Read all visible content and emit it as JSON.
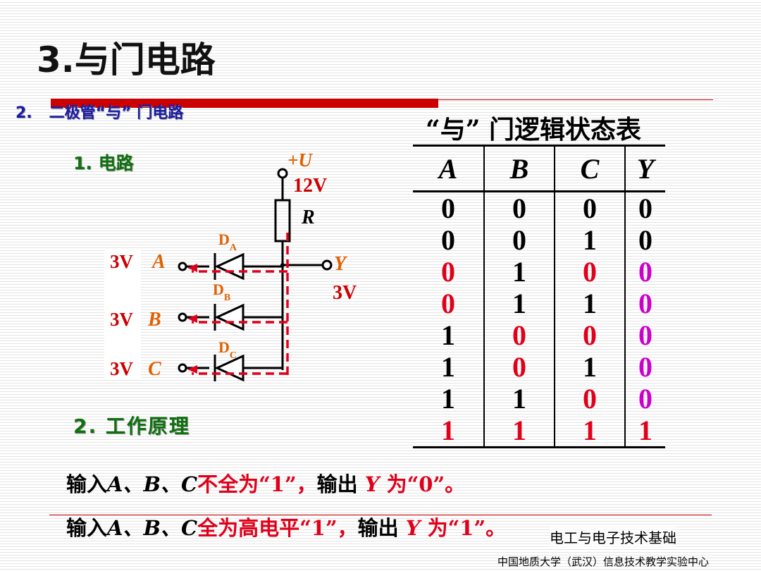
{
  "title": "3.与门电路",
  "subtitle": {
    "number": "2.",
    "text": "二极管“与” 门电路"
  },
  "section1": "1. 电路",
  "section2": "2. 工作原理",
  "circuit": {
    "supply": "+U",
    "supply_voltage": "12V",
    "resistor": "R",
    "diode_a": {
      "main": "D",
      "sub": "A"
    },
    "diode_b": {
      "main": "D",
      "sub": "B"
    },
    "diode_c": {
      "main": "D",
      "sub": "C"
    },
    "input_a_voltage": "3V",
    "input_a_label": "A",
    "input_b_voltage": "3V",
    "input_b_label": "B",
    "input_c_voltage": "3V",
    "input_c_label": "C",
    "output_label": "Y",
    "output_voltage": "3V",
    "colors": {
      "wire": "#000000",
      "current_path": "#e0001a",
      "label": "#e06000",
      "voltage": "#cc0000"
    }
  },
  "table": {
    "title": "“与” 门逻辑状态表",
    "headers": [
      "A",
      "B",
      "C",
      "Y"
    ],
    "rows": [
      [
        "0",
        "0",
        "0",
        "0"
      ],
      [
        "0",
        "0",
        "1",
        "0"
      ],
      [
        "0",
        "1",
        "0",
        "0"
      ],
      [
        "0",
        "1",
        "1",
        "0"
      ],
      [
        "1",
        "0",
        "0",
        "0"
      ],
      [
        "1",
        "0",
        "1",
        "0"
      ],
      [
        "1",
        "1",
        "0",
        "0"
      ],
      [
        "1",
        "1",
        "1",
        "1"
      ]
    ],
    "cell_colors": [
      [
        "black",
        "black",
        "black",
        "black"
      ],
      [
        "black",
        "black",
        "black",
        "black"
      ],
      [
        "red",
        "black",
        "red",
        "magenta"
      ],
      [
        "red",
        "black",
        "black",
        "magenta"
      ],
      [
        "black",
        "red",
        "red",
        "magenta"
      ],
      [
        "black",
        "red",
        "black",
        "magenta"
      ],
      [
        "black",
        "black",
        "red",
        "magenta"
      ],
      [
        "red",
        "red",
        "red",
        "red"
      ]
    ]
  },
  "statements": {
    "s1": {
      "prefix": "输入",
      "vars": "A、B、C",
      "mid": "不全为“1”，",
      "out": "输出",
      "y": "Y",
      "tail": "为“0”。"
    },
    "s2": {
      "prefix": "输入",
      "vars": "A、B、C",
      "mid": "全为高电平“1”，",
      "out": "输出",
      "y": "Y",
      "tail": "为“1”。"
    }
  },
  "footer": {
    "course": "电工与电子技术基础",
    "institution": "中国地质大学（武汉）信息技术教学实验中心"
  }
}
